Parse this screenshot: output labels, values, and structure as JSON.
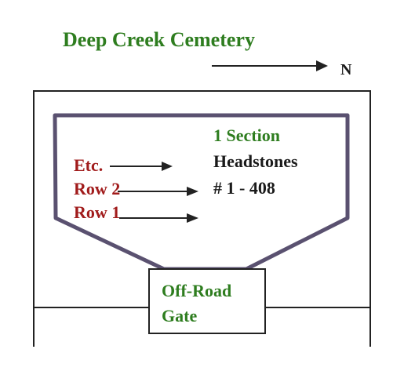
{
  "title": "Deep Creek Cemetery",
  "compass": {
    "label": "N"
  },
  "section": {
    "name": "1 Section",
    "lines": [
      "Headstones",
      "# 1 - 408"
    ]
  },
  "rows": [
    {
      "label": "Etc."
    },
    {
      "label": "Row 2"
    },
    {
      "label": "Row 1"
    }
  ],
  "gate": {
    "lines": [
      "Off-Road",
      "Gate"
    ]
  },
  "colors": {
    "title": "#2e7d1f",
    "section_name": "#2e7d1f",
    "section_text": "#1a1a1a",
    "rows": "#a11c1c",
    "gate_text": "#2e7d1f",
    "outline": "#5a5170",
    "lines": "#222222"
  }
}
